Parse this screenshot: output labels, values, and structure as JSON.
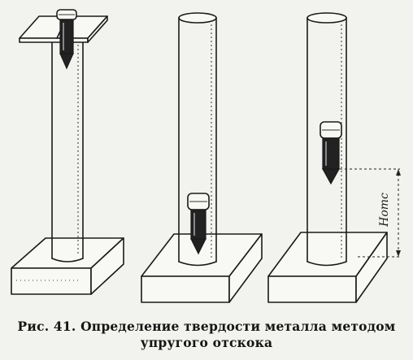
{
  "figure": {
    "caption_line1": "Рис. 41. Определение твердости металла методом",
    "caption_line2": "упругого отскока",
    "dimension_label": "Hотс"
  }
}
